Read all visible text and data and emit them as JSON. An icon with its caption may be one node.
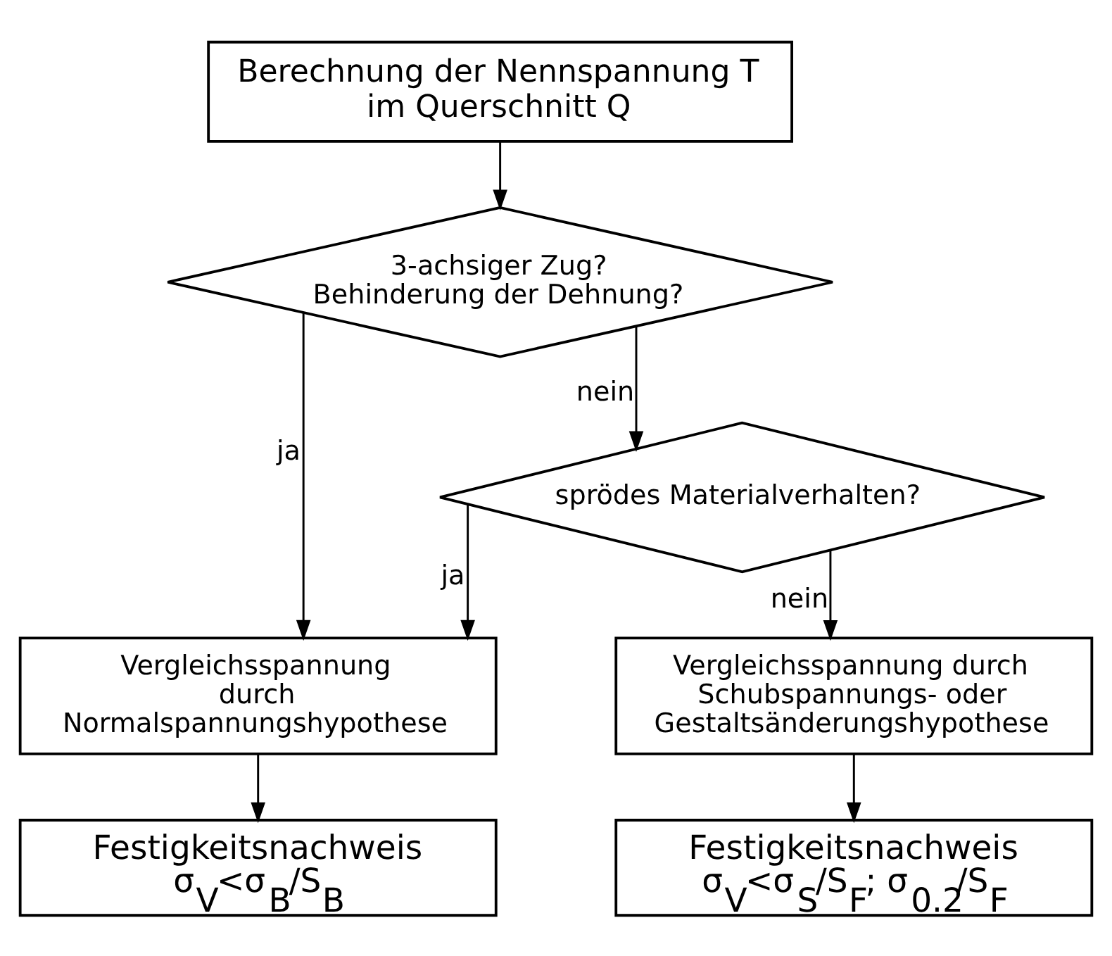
{
  "diagram": {
    "nodes": [
      {
        "text": [
          "Berechnung der Nennspannung T im Querschnitt Q"
        ]
      },
      {
        "text": [
          "3-achsiger Zug? Behinderung der Dehnung?"
        ]
      },
      {
        "text": [
          "sprödes Materialverhalten?"
        ]
      },
      {
        "text": [
          "Vergleichsspannung durch Normalspannungshypothese"
        ]
      },
      {
        "text": [
          "Vergleichsspannung durch Schubspannungs- oder Gestaltsänderungshypothese"
        ]
      },
      {
        "text": [
          "Festigkeitsnachweis",
          "σ$_{V}$<σ$_{B}$/S$_{B}$"
        ]
      },
      {
        "text": [
          "Festigkeitsnachweis",
          "σ$_{V}$<σ$_{S}$/S$_{F}$; σ$_{0.2}$/S$_{F}$"
        ]
      }
    ],
    "edges": [
      {
        "from": 0,
        "to": 1,
        "arrow": "to"
      },
      {
        "from": 1,
        "to": 2,
        "arrow": "to",
        "label": "nein"
      },
      {
        "from": 1,
        "to": 3,
        "arrow": "to",
        "label": "ja"
      },
      {
        "from": 2,
        "to": 3,
        "arrow": "to",
        "label": "ja"
      },
      {
        "from": 2,
        "to": 4,
        "arrow": "to",
        "label": "nein"
      },
      {
        "from": 3,
        "to": 5,
        "arrow": "to"
      },
      {
        "from": 4,
        "to": 6,
        "arrow": "to"
      }
    ]
  }
}
